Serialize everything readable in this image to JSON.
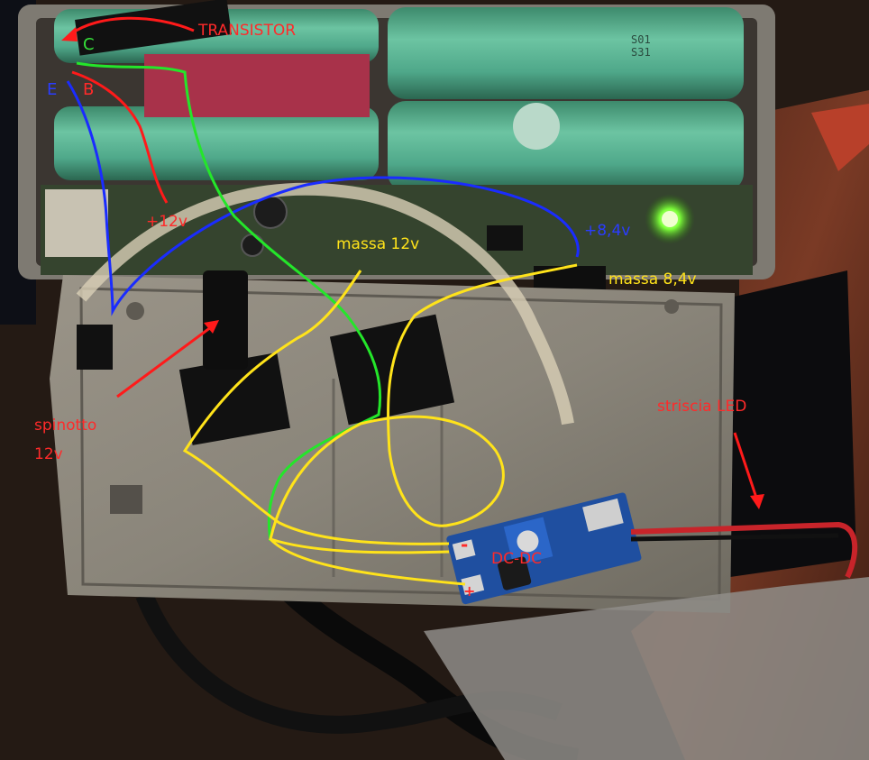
{
  "labels": {
    "transistor": "TRANSISTOR",
    "c": "C",
    "e": "E",
    "b": "B",
    "plus12": "+12v",
    "plus84": "+8,4v",
    "massa12": "massa 12v",
    "massa84": "massa 8,4v",
    "spinotto1": "spinotto",
    "spinotto2": "12v",
    "striscia": "striscia LED",
    "dcdc": "DC-DC",
    "minus": "-",
    "plus": "+"
  },
  "colors": {
    "annot_red": "#ff2a2a",
    "annot_green": "#36e03a",
    "annot_blue": "#2a3cff",
    "annot_yellow": "#ffe31a",
    "battery": "#4fa88a",
    "led_on": "#7dff3a"
  },
  "battery_labels": {
    "code1": "S01",
    "code2": "S31"
  }
}
